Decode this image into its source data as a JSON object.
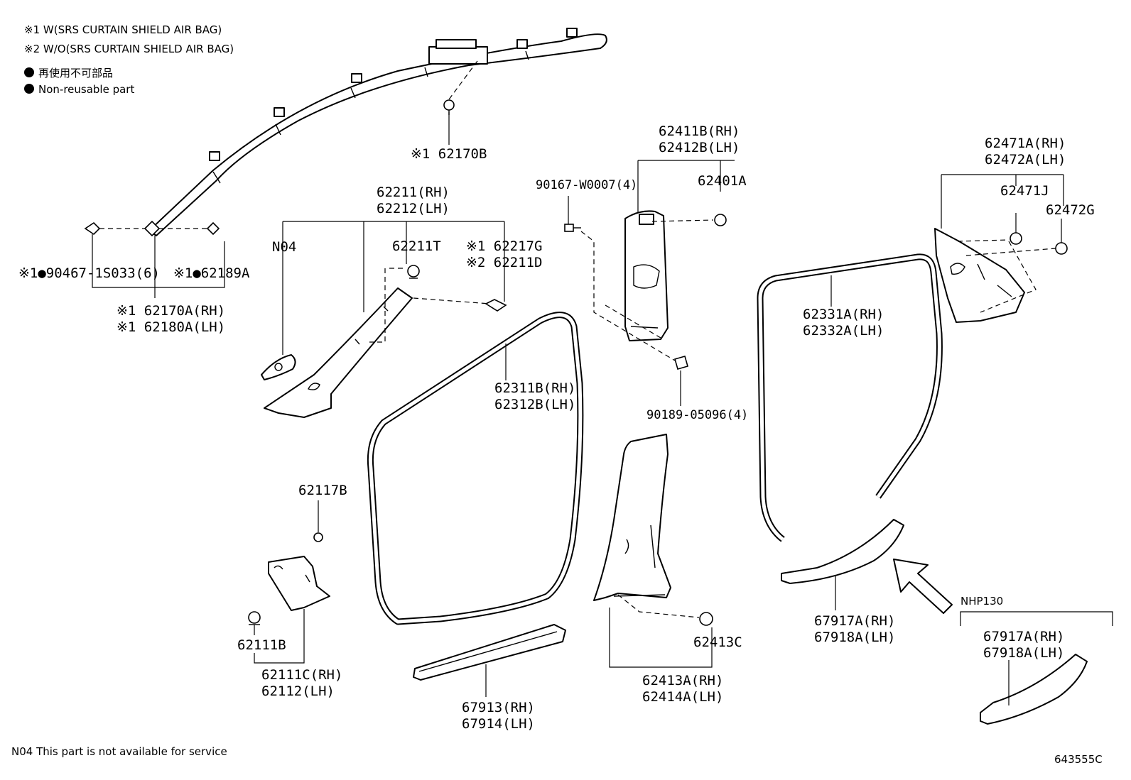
{
  "notes": {
    "n1": "※1 W(SRS CURTAIN SHIELD AIR BAG)",
    "n2": "※2 W/O(SRS CURTAIN SHIELD AIR BAG)",
    "non_reusable_jp": "再使用不可部品",
    "non_reusable_en": "Non-reusable part",
    "n04": "N04  This part is not available for service",
    "nhp": "NHP130",
    "drawing_no": "643555C"
  },
  "labels": {
    "p62170B": "※1 62170B",
    "p90467": "※1●90467-1S033(6)",
    "p62189A": "※1●62189A",
    "p62170A": "※1 62170A(RH)",
    "p62180A": "※1 62180A(LH)",
    "p62211": "62211(RH)",
    "p62212": "62212(LH)",
    "n04": "N04",
    "p62211T": "62211T",
    "p62217G": "※1 62217G",
    "p62211D": "※2 62211D",
    "p90167": "90167-W0007(4)",
    "p62411B": "62411B(RH)",
    "p62412B": "62412B(LH)",
    "p62401A": "62401A",
    "p90189": "90189-05096(4)",
    "p62471A": "62471A(RH)",
    "p62472A": "62472A(LH)",
    "p62471J": "62471J",
    "p62472G": "62472G",
    "p62311B": "62311B(RH)",
    "p62312B": "62312B(LH)",
    "p62331A": "62331A(RH)",
    "p62332A": "62332A(LH)",
    "p62117B": "62117B",
    "p62111B": "62111B",
    "p62111C": "62111C(RH)",
    "p62112": "62112(LH)",
    "p67913": "67913(RH)",
    "p67914": "67914(LH)",
    "p62413C": "62413C",
    "p62413A": "62413A(RH)",
    "p62414A": "62414A(LH)",
    "p67917A_1": "67917A(RH)",
    "p67918A_1": "67918A(LH)",
    "p67917A_2": "67917A(RH)",
    "p67918A_2": "67918A(LH)"
  }
}
